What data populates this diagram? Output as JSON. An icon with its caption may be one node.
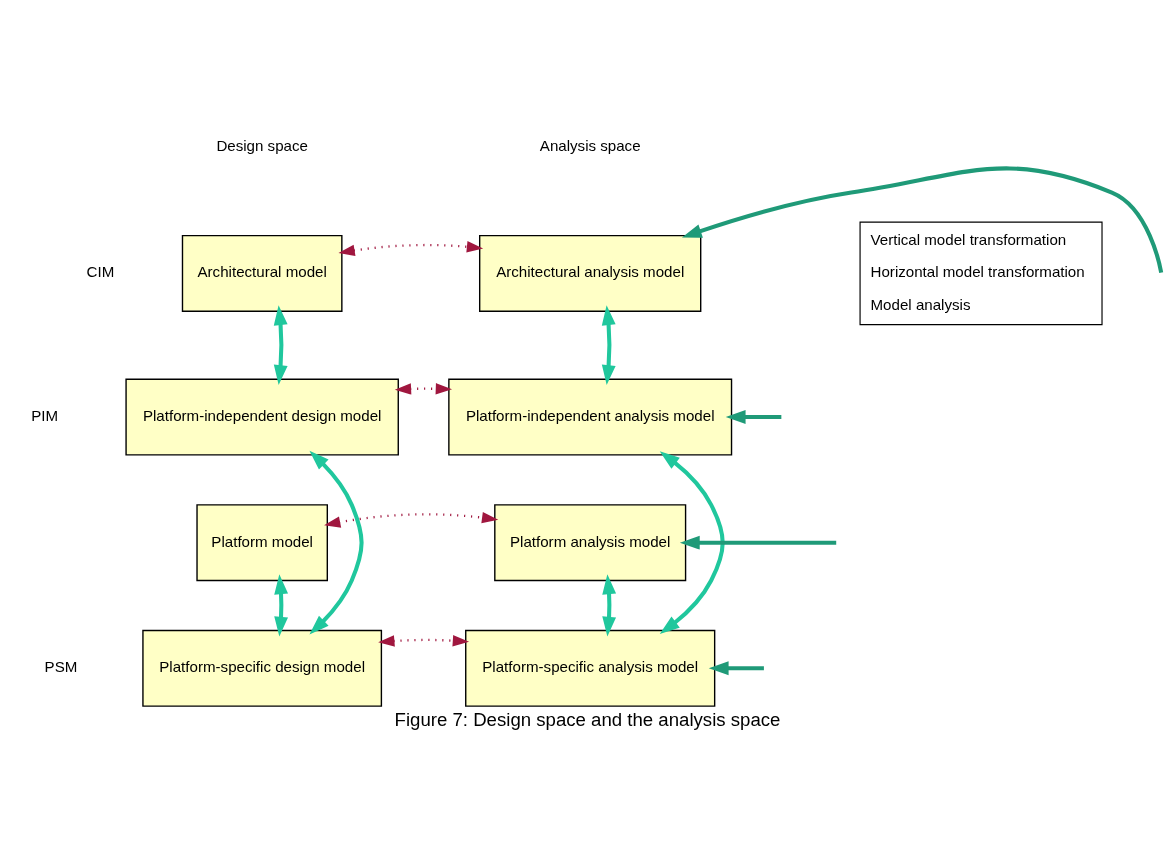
{
  "diagram": {
    "caption": "Figure 7: Design space and the analysis space",
    "nodes": [
      {
        "text": [
          "Architectural model"
        ]
      },
      {
        "text": [
          "Architectural analysis model"
        ]
      },
      {
        "text": [
          "Platform-independent design model"
        ]
      },
      {
        "text": [
          "Platform-independent analysis model"
        ]
      },
      {
        "text": [
          "Platform model"
        ]
      },
      {
        "text": [
          "Platform analysis model"
        ]
      },
      {
        "text": [
          "Platform-specific design model"
        ]
      },
      {
        "text": [
          "Platform-specific analysis model"
        ]
      }
    ],
    "edges": [
      {
        "from": 0,
        "to": 1,
        "arrow": "both",
        "style": "dashed",
        "color": "#a0173f"
      },
      {
        "from": 0,
        "to": 2,
        "arrow": "both"
      },
      {
        "from": null,
        "to": 1,
        "arrow": "to",
        "color": "#1f9a78"
      },
      {
        "from": 1,
        "to": 3,
        "arrow": "both"
      },
      {
        "from": 2,
        "to": 3,
        "arrow": "both",
        "style": "dashed",
        "color": "#a0173f"
      },
      {
        "from": null,
        "to": 3,
        "arrow": "to",
        "color": "#1f9a78"
      },
      {
        "from": 4,
        "to": 5,
        "arrow": "both",
        "style": "dashed",
        "color": "#a0173f"
      },
      {
        "from": null,
        "to": 5,
        "arrow": "to",
        "color": "#1f9a78"
      },
      {
        "from": 4,
        "to": 6,
        "arrow": "both"
      },
      {
        "from": 2,
        "to": 6,
        "arrow": "both"
      },
      {
        "from": 3,
        "to": 7,
        "arrow": "both"
      },
      {
        "from": 5,
        "to": 7,
        "arrow": "both"
      },
      {
        "from": 6,
        "to": 7,
        "arrow": "both",
        "style": "dashed",
        "color": "#a0173f"
      },
      {
        "from": null,
        "to": 7,
        "arrow": "to",
        "color": "#1f9a78"
      }
    ],
    "labels": [
      "Design space",
      "Analysis space",
      "CIM",
      "PIM",
      "PSM"
    ],
    "legend": [
      {
        "text": "Vertical model transformation"
      },
      {
        "text": "Horizontal model transformation"
      },
      {
        "text": "Model analysis"
      }
    ]
  }
}
